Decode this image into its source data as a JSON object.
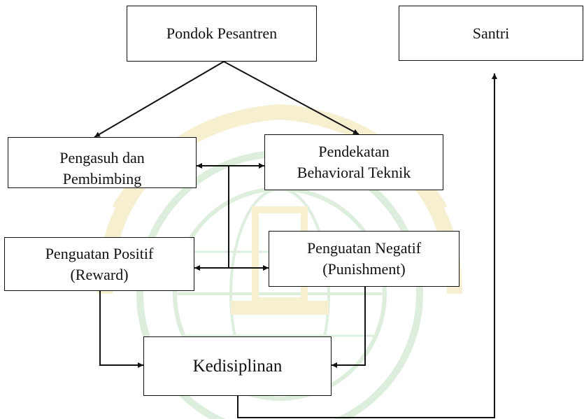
{
  "diagram": {
    "nodes": {
      "pondok": "Pondok Pesantren",
      "santri": "Santri",
      "pengasuh": "Pengasuh dan\nPembimbing",
      "pendekatan": "Pendekatan\nBehavioral Teknik",
      "positif": "Penguatan Positif\n(Reward)",
      "negatif": "Penguatan Negatif\n(Punishment)",
      "kedisiplinan": "Kedisiplinan"
    },
    "colors": {
      "line": "#111111",
      "watermark_green": "#9fcf9f",
      "watermark_gold": "#e8d27a"
    }
  }
}
